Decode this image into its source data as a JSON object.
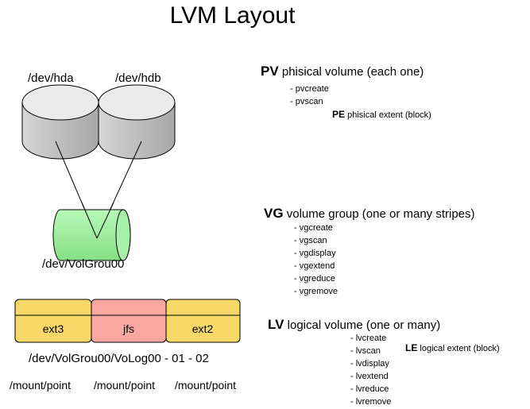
{
  "title": "LVM Layout",
  "disks": [
    {
      "label": "/dev/hda"
    },
    {
      "label": "/dev/hdb"
    }
  ],
  "volume_group": {
    "label": "/dev/VolGrou00"
  },
  "logical_volumes": [
    {
      "fs": "ext3",
      "color": "#F8D869"
    },
    {
      "fs": "jfs",
      "color": "#F8A8A0"
    },
    {
      "fs": "ext2",
      "color": "#F8D869"
    }
  ],
  "lv_path": "/dev/VolGrou00/VoLog00 - 01 - 02",
  "mount_points": [
    "/mount/point",
    "/mount/point",
    "/mount/point"
  ],
  "pv": {
    "abbr": "PV",
    "desc": "phisical volume (each one)",
    "commands": [
      "pvcreate",
      "pvscan"
    ],
    "extent": {
      "abbr": "PE",
      "desc": "phisical extent (block)"
    }
  },
  "vg": {
    "abbr": "VG",
    "desc": "volume group (one or many stripes)",
    "commands": [
      "vgcreate",
      "vgscan",
      "vgdisplay",
      "vgextend",
      "vgreduce",
      "vgremove"
    ]
  },
  "lv": {
    "abbr": "LV",
    "desc": "logical volume (one or many)",
    "commands": [
      "lvcreate",
      "lvscan",
      "lvdisplay",
      "lvextend",
      "lvreduce",
      "lvremove"
    ],
    "extent": {
      "abbr": "LE",
      "desc": "logical extent (block)"
    }
  },
  "colors": {
    "disk_top": "#ECECEC",
    "disk_side": "#C4C4C4",
    "vg_fill": "#9CF09C",
    "outline": "#000000"
  }
}
